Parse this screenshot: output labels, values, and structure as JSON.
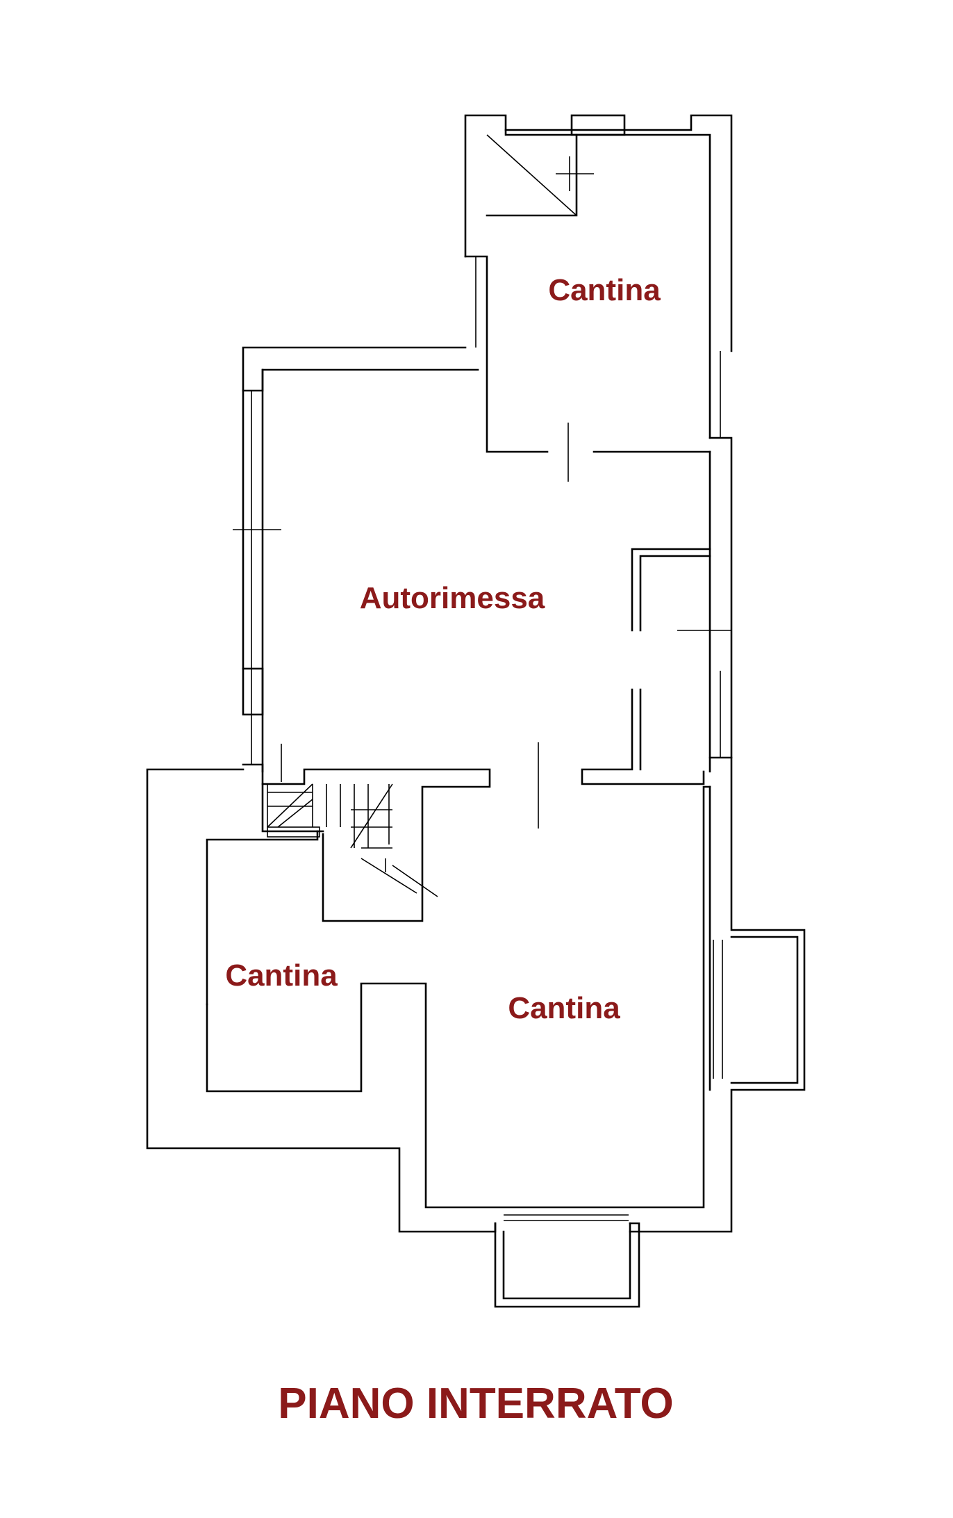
{
  "colors": {
    "label": "#8b1a1a",
    "walls": "#000000",
    "background": "#ffffff"
  },
  "rooms": [
    {
      "id": "cantina-north",
      "label": "Cantina"
    },
    {
      "id": "autorimessa",
      "label": "Autorimessa"
    },
    {
      "id": "cantina-west",
      "label": "Cantina"
    },
    {
      "id": "cantina-south",
      "label": "Cantina"
    }
  ],
  "title": "PIANO INTERRATO"
}
